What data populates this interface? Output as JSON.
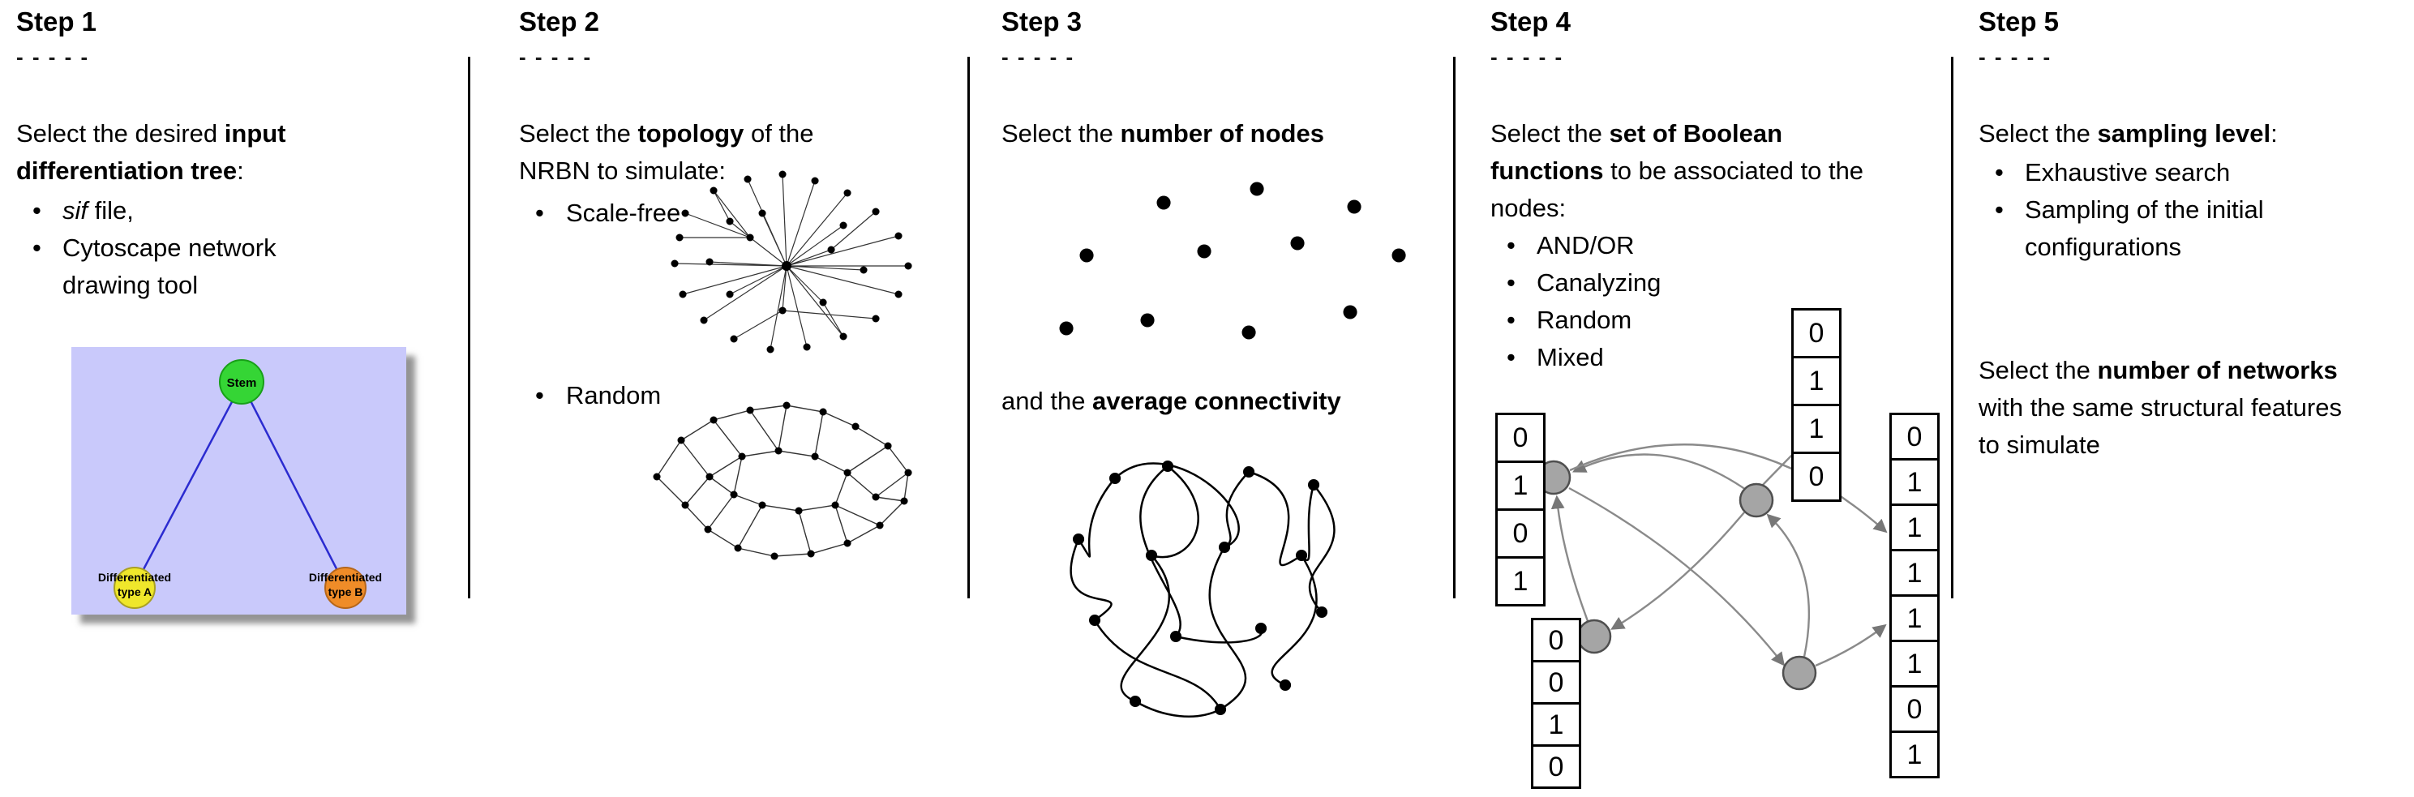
{
  "step1": {
    "title": "Step 1",
    "dashes": "- - - - -",
    "intro": {
      "pre": "Select the desired ",
      "bold": "input differentiation tree",
      "post": ":"
    },
    "bullet1_italic": "sif",
    "bullet1_rest": " file,",
    "bullet2": "Cytoscape network drawing tool",
    "tree": {
      "root": "Stem",
      "left_line1": "Differentiated",
      "left_line2": "type A",
      "right_line1": "Differentiated",
      "right_line2": "type B",
      "bg_color": "#c9c9fb",
      "edge_color": "#2b2bd0",
      "root_color": "#35d535",
      "left_color": "#efe72b",
      "right_color": "#ef8c28"
    }
  },
  "step2": {
    "title": "Step 2",
    "dashes": "- - - - -",
    "intro": {
      "pre": "Select the ",
      "bold": "topology",
      "post": " of the NRBN to simulate:"
    },
    "bullets": {
      "b1": "Scale-free",
      "b2": "Random"
    }
  },
  "step3": {
    "title": "Step 3",
    "dashes": "- - - - -",
    "line1": {
      "pre": "Select the ",
      "bold": "number of nodes"
    },
    "line2": {
      "pre": "and the ",
      "bold": "average connectivity"
    }
  },
  "step4": {
    "title": "Step 4",
    "dashes": "- - - - -",
    "intro": {
      "pre": "Select the ",
      "bold": "set of Boolean functions",
      "post": " to be associated to the nodes:"
    },
    "bullets": [
      "AND/OR",
      "Canalyzing",
      "Random",
      "Mixed"
    ],
    "tables": {
      "left": [
        "0",
        "1",
        "0",
        "1"
      ],
      "top": [
        "0",
        "1",
        "1",
        "0"
      ],
      "bottom_left": [
        "0",
        "0",
        "1",
        "0"
      ],
      "right": [
        "0",
        "1",
        "1",
        "1",
        "1",
        "1",
        "0",
        "1"
      ]
    }
  },
  "step5": {
    "title": "Step 5",
    "dashes": "- - - - -",
    "intro": {
      "pre": "Select the ",
      "bold": "sampling level",
      "post": ":"
    },
    "bullets": [
      "Exhaustive search",
      "Sampling of the initial configurations"
    ],
    "para2": {
      "pre": "Select the ",
      "bold": "number of networks",
      "post": " with the same structural features to simulate"
    }
  }
}
